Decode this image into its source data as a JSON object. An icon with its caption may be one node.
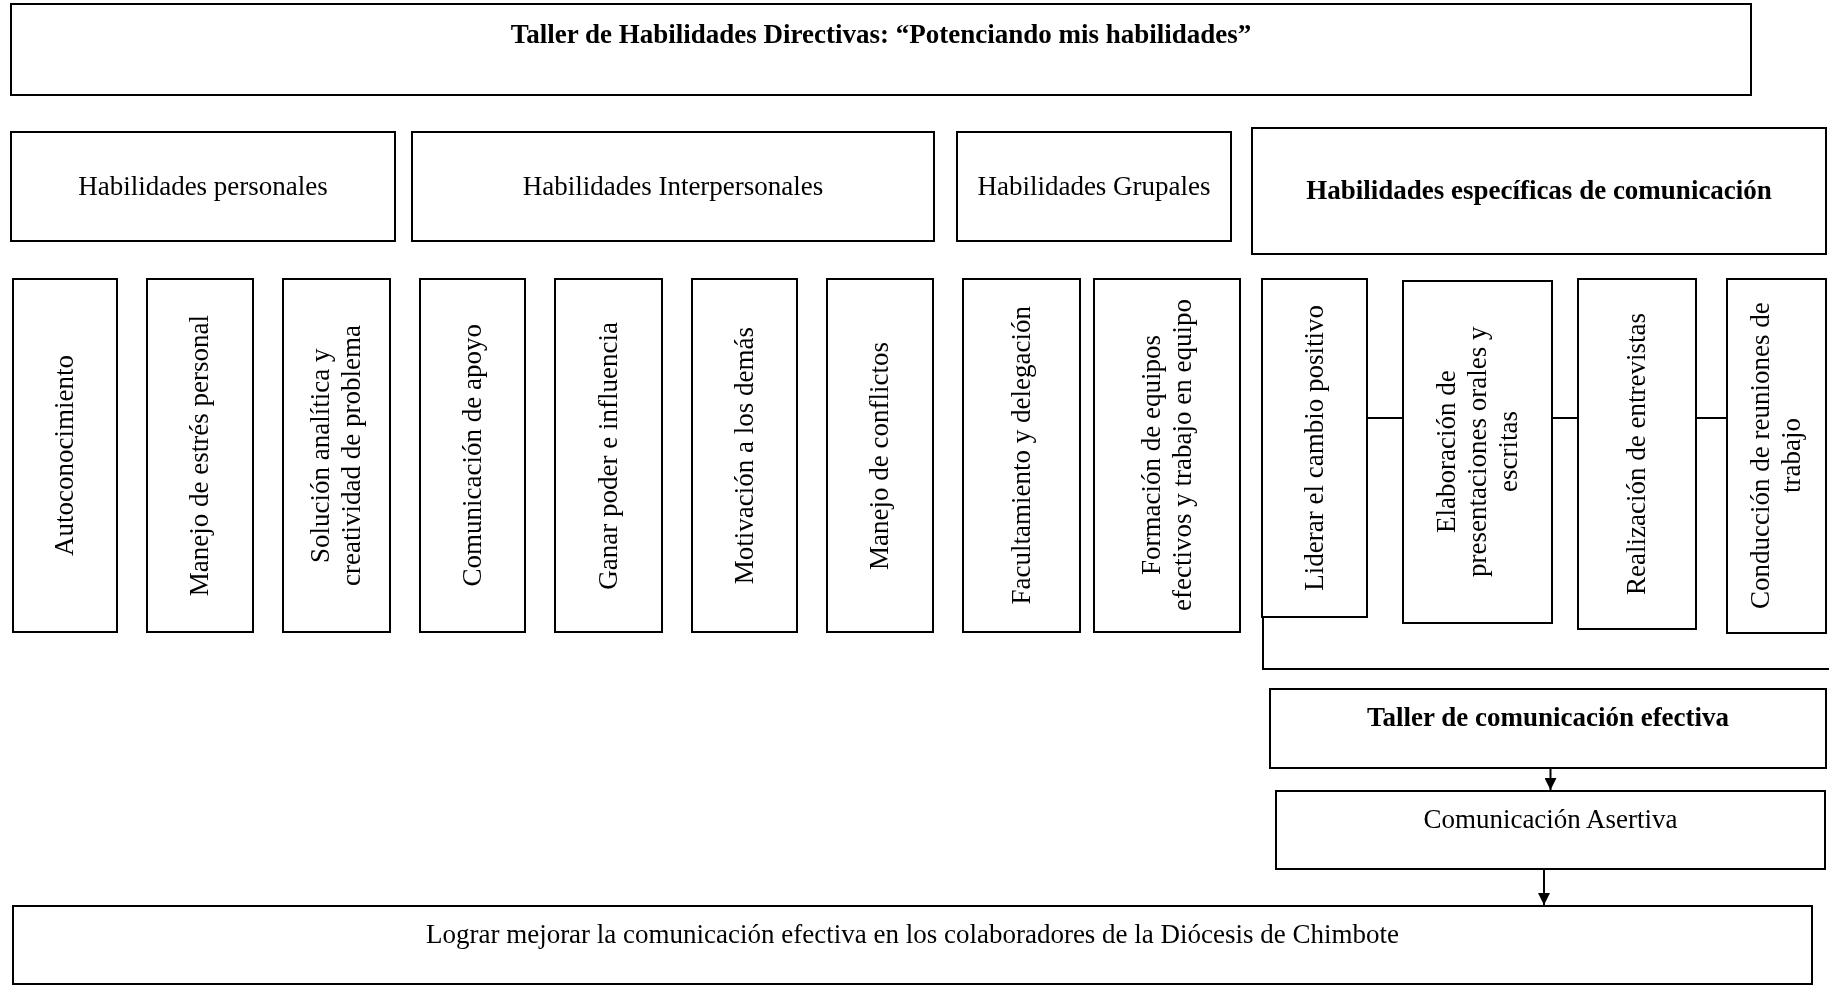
{
  "diagram": {
    "nodes": [
      {
        "text": [
          "Taller de Habilidades Directivas: “Potenciando mis habilidades”"
        ]
      },
      {
        "text": [
          "Habilidades personales"
        ]
      },
      {
        "text": [
          "Habilidades Interpersonales"
        ]
      },
      {
        "text": [
          "Habilidades Grupales"
        ]
      },
      {
        "text": [
          "Habilidades específicas de comunicación"
        ]
      },
      {
        "text": [
          "Autoconocimiento"
        ]
      },
      {
        "text": [
          "Manejo de estrés personal"
        ]
      },
      {
        "text": [
          "Solución analítica y creatividad de problema"
        ]
      },
      {
        "text": [
          "Comunicación de apoyo"
        ]
      },
      {
        "text": [
          "Ganar poder e influencia"
        ]
      },
      {
        "text": [
          "Motivación a los demás"
        ]
      },
      {
        "text": [
          "Manejo de conflictos"
        ]
      },
      {
        "text": [
          "Facultamiento y delegación"
        ]
      },
      {
        "text": [
          "Formación de equipos efectivos y trabajo en equipo"
        ]
      },
      {
        "text": [
          "Liderar el cambio positivo"
        ]
      },
      {
        "text": [
          "Elaboración de presentaciones orales y escritas"
        ]
      },
      {
        "text": [
          "Realización de entrevistas"
        ]
      },
      {
        "text": [
          "Conducción de reuniones de trabajo"
        ]
      },
      {
        "text": [
          "Taller de comunicación efectiva"
        ]
      },
      {
        "text": [
          "Comunicación Asertiva"
        ]
      },
      {
        "text": [
          "Lograr mejorar la comunicación efectiva en los colaboradores de la Diócesis de Chimbote"
        ]
      }
    ],
    "edges": [
      {
        "from": 14,
        "to": 15,
        "arrow": "none"
      },
      {
        "from": 15,
        "to": 16,
        "arrow": "none"
      },
      {
        "from": 16,
        "to": 17,
        "arrow": "none"
      },
      {
        "from": 18,
        "to": 19,
        "arrow": "to"
      },
      {
        "from": 19,
        "to": 20,
        "arrow": "to"
      }
    ]
  }
}
